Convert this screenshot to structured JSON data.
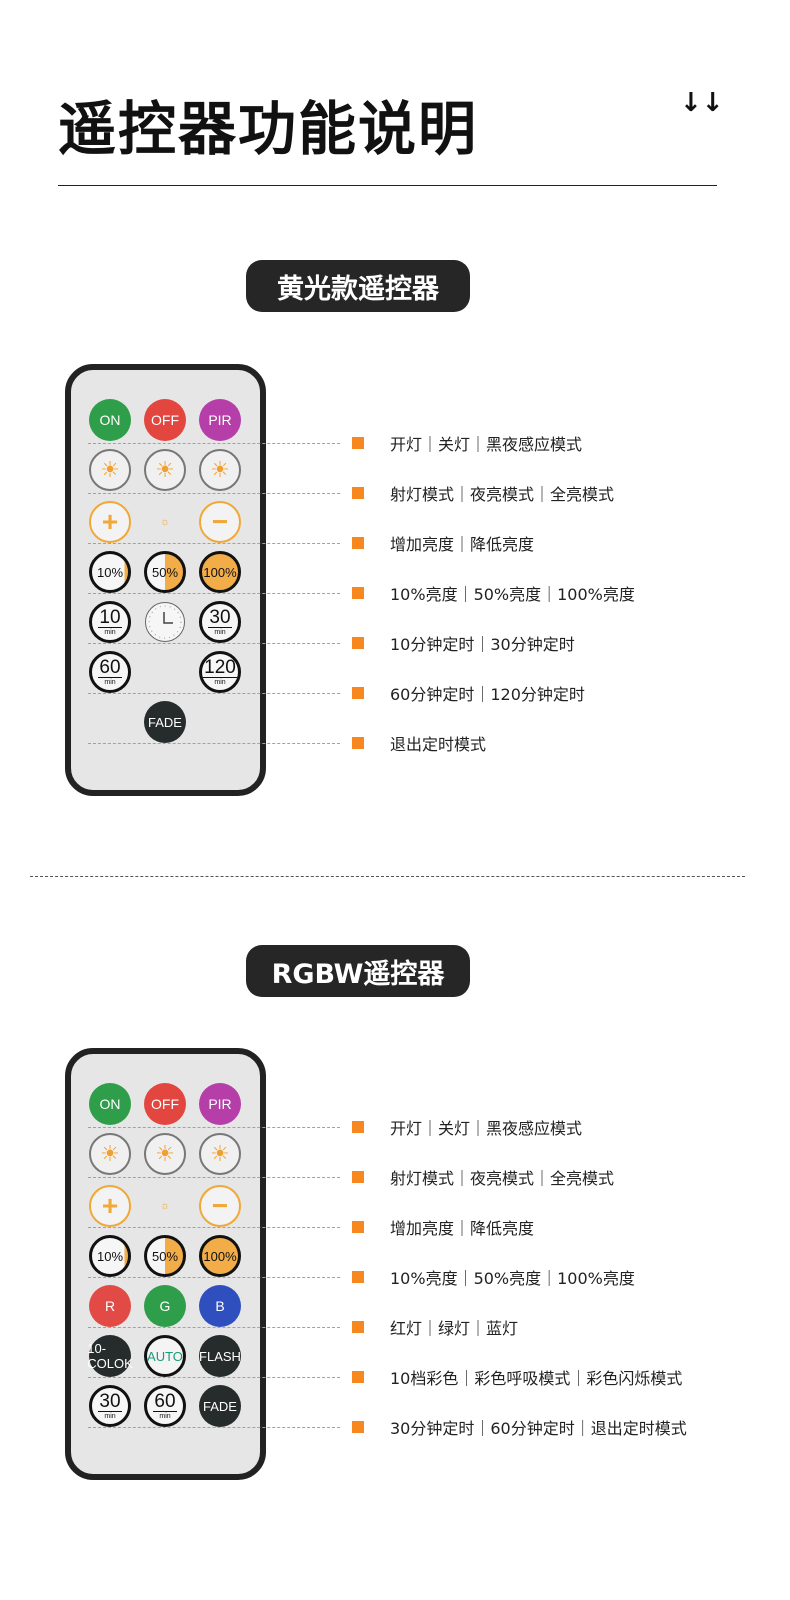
{
  "header": {
    "title": "遥控器功能说明",
    "arrows": "↓↓"
  },
  "colors": {
    "accent": "#f7881f",
    "dark": "#262626"
  },
  "sections": [
    {
      "title": "黄光款遥控器",
      "rows": [
        [
          {
            "t": "ON",
            "c": "b-on"
          },
          {
            "t": "OFF",
            "c": "b-off"
          },
          {
            "t": "PIR",
            "c": "b-pir"
          }
        ],
        [
          {
            "t": "☀",
            "c": "b-sun",
            "icon": "spotlight-mode-icon"
          },
          {
            "t": "☀",
            "c": "b-sun",
            "icon": "night-mode-icon"
          },
          {
            "t": "☀",
            "c": "b-sun",
            "icon": "full-bright-mode-icon"
          }
        ],
        [
          {
            "t": "+",
            "c": "b-pm"
          },
          {
            "t": "☼",
            "c": "bright",
            "icon": "brightness-icon"
          },
          {
            "t": "−",
            "c": "b-pm"
          }
        ],
        [
          {
            "t": "10%",
            "c": "b-pct",
            "fill": 10
          },
          {
            "t": "50%",
            "c": "b-pct",
            "fill": 50
          },
          {
            "t": "100%",
            "c": "b-pct",
            "fill": 100
          }
        ],
        [
          {
            "t": "10",
            "c": "b-timer",
            "m": "min"
          },
          {
            "t": "",
            "c": "b-clock",
            "icon": "clock-icon"
          },
          {
            "t": "30",
            "c": "b-timer",
            "m": "min"
          }
        ],
        [
          {
            "t": "60",
            "c": "b-timer",
            "m": "min"
          },
          null,
          {
            "t": "120",
            "c": "b-timer",
            "m": "min"
          }
        ],
        [
          null,
          {
            "t": "FADE",
            "c": "b-dark"
          },
          null
        ]
      ],
      "labels": [
        "开灯｜关灯｜黑夜感应模式",
        "射灯模式｜夜亮模式｜全亮模式",
        "增加亮度｜降低亮度",
        "10%亮度｜50%亮度｜100%亮度",
        "10分钟定时｜30分钟定时",
        "60分钟定时｜120分钟定时",
        "退出定时模式"
      ]
    },
    {
      "title": "RGBW遥控器",
      "rows": [
        [
          {
            "t": "ON",
            "c": "b-on"
          },
          {
            "t": "OFF",
            "c": "b-off"
          },
          {
            "t": "PIR",
            "c": "b-pir"
          }
        ],
        [
          {
            "t": "☀",
            "c": "b-sun",
            "icon": "spotlight-mode-icon"
          },
          {
            "t": "☀",
            "c": "b-sun",
            "icon": "night-mode-icon"
          },
          {
            "t": "☀",
            "c": "b-sun",
            "icon": "full-bright-mode-icon"
          }
        ],
        [
          {
            "t": "+",
            "c": "b-pm"
          },
          {
            "t": "☼",
            "c": "bright",
            "icon": "brightness-icon"
          },
          {
            "t": "−",
            "c": "b-pm"
          }
        ],
        [
          {
            "t": "10%",
            "c": "b-pct",
            "fill": 10
          },
          {
            "t": "50%",
            "c": "b-pct",
            "fill": 50
          },
          {
            "t": "100%",
            "c": "b-pct",
            "fill": 100
          }
        ],
        [
          {
            "t": "R",
            "c": "b-r"
          },
          {
            "t": "G",
            "c": "b-g"
          },
          {
            "t": "B",
            "c": "b-b"
          }
        ],
        [
          {
            "t": "10-COLOK",
            "c": "b-dark"
          },
          {
            "t": "AUTO",
            "c": "b-auto"
          },
          {
            "t": "FLASH",
            "c": "b-dark"
          }
        ],
        [
          {
            "t": "30",
            "c": "b-timer",
            "m": "min"
          },
          {
            "t": "60",
            "c": "b-timer",
            "m": "min"
          },
          {
            "t": "FADE",
            "c": "b-dark"
          }
        ]
      ],
      "labels": [
        "开灯｜关灯｜黑夜感应模式",
        "射灯模式｜夜亮模式｜全亮模式",
        "增加亮度｜降低亮度",
        "10%亮度｜50%亮度｜100%亮度",
        "红灯｜绿灯｜蓝灯",
        "10档彩色｜彩色呼吸模式｜彩色闪烁模式",
        "30分钟定时｜60分钟定时｜退出定时模式"
      ]
    }
  ]
}
